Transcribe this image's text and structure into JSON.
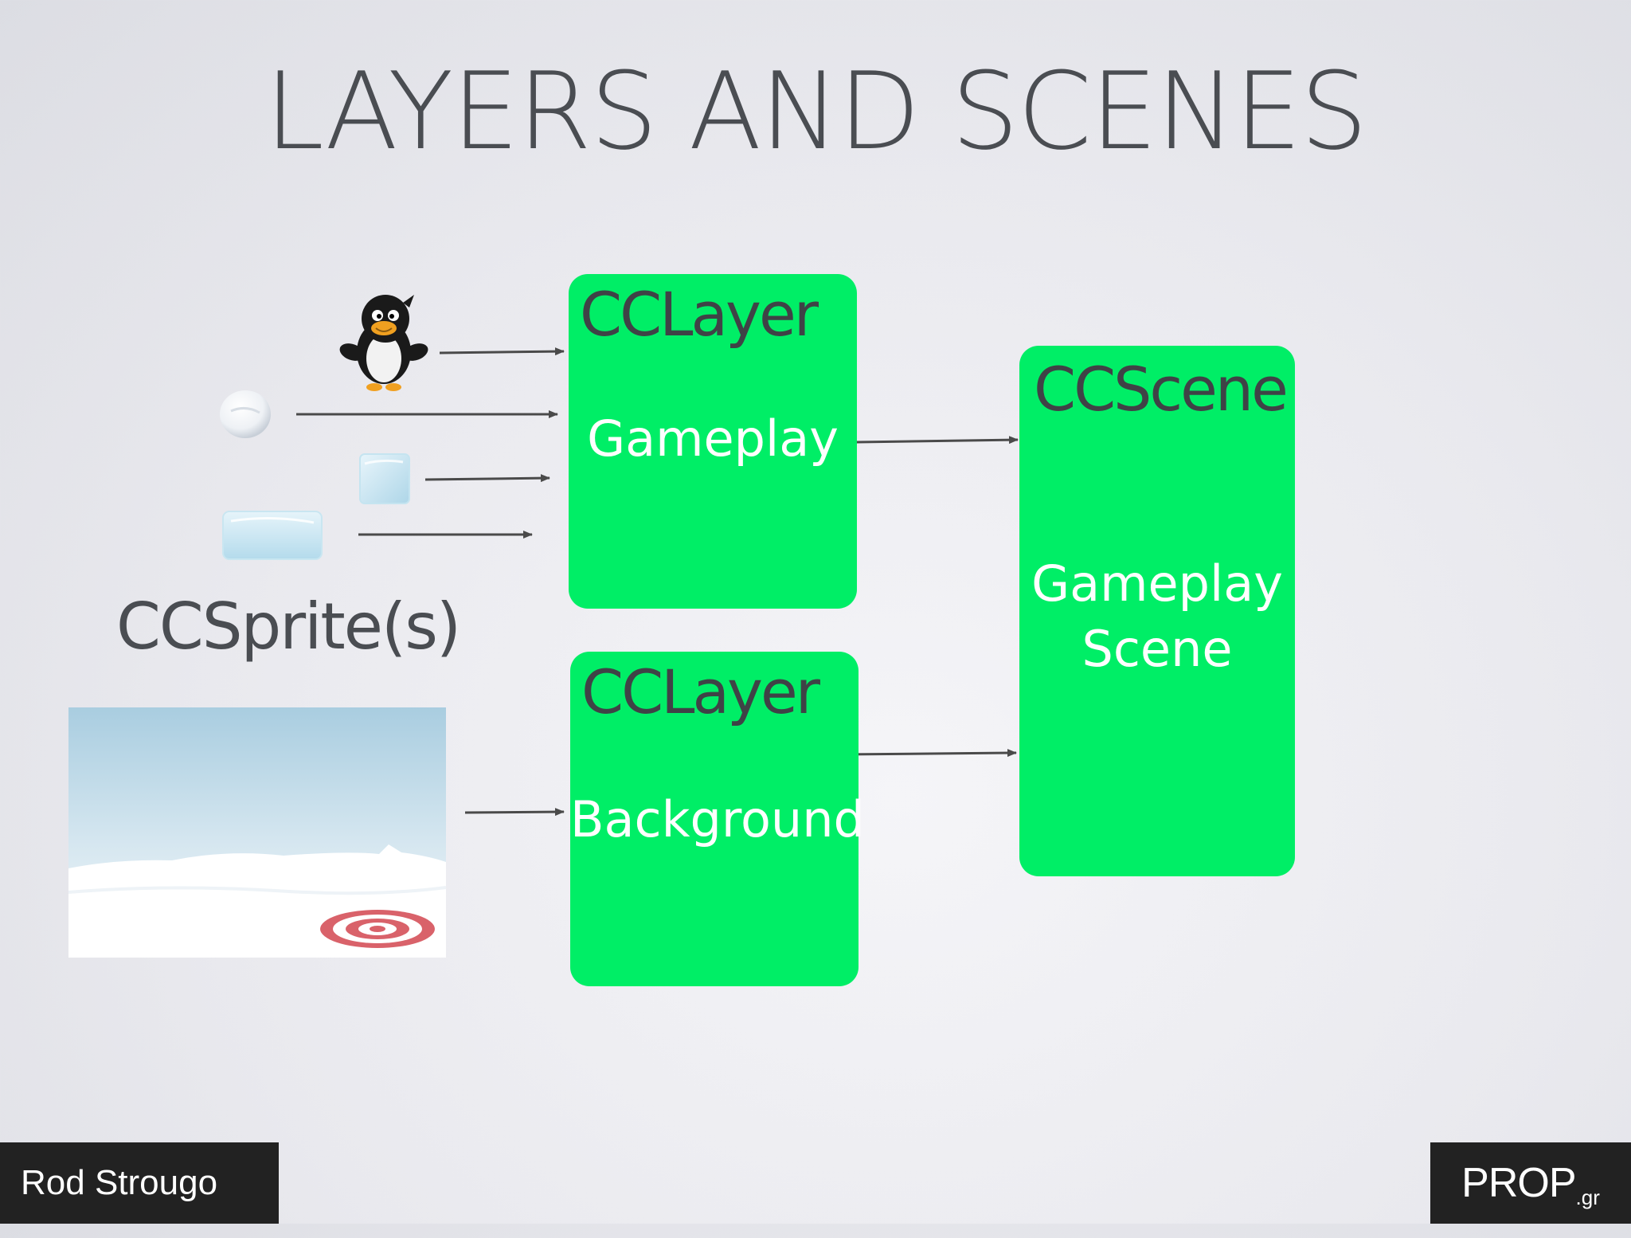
{
  "slide": {
    "title": "LAYERS AND SCENES"
  },
  "gameplay_layer": {
    "class_name": "CCLayer",
    "label": "Gameplay"
  },
  "background_layer": {
    "class_name": "CCLayer",
    "label": "Background"
  },
  "scene": {
    "class_name": "CCScene",
    "label_line1": "Gameplay",
    "label_line2": "Scene"
  },
  "sprites": {
    "label": "CCSprite(s)",
    "items": [
      "penguin-sprite",
      "snowball-sprite",
      "ice-block-small-sprite",
      "ice-block-wide-sprite",
      "snowy-background-sprite"
    ]
  },
  "footer": {
    "presenter": "Rod Strougo",
    "brand": "PROP",
    "brand_suffix": ".gr"
  },
  "colors": {
    "box_fill": "#00ee66",
    "title_text": "#4a4d52",
    "arrow": "#4a4a4a",
    "footer_bg": "#222222"
  }
}
